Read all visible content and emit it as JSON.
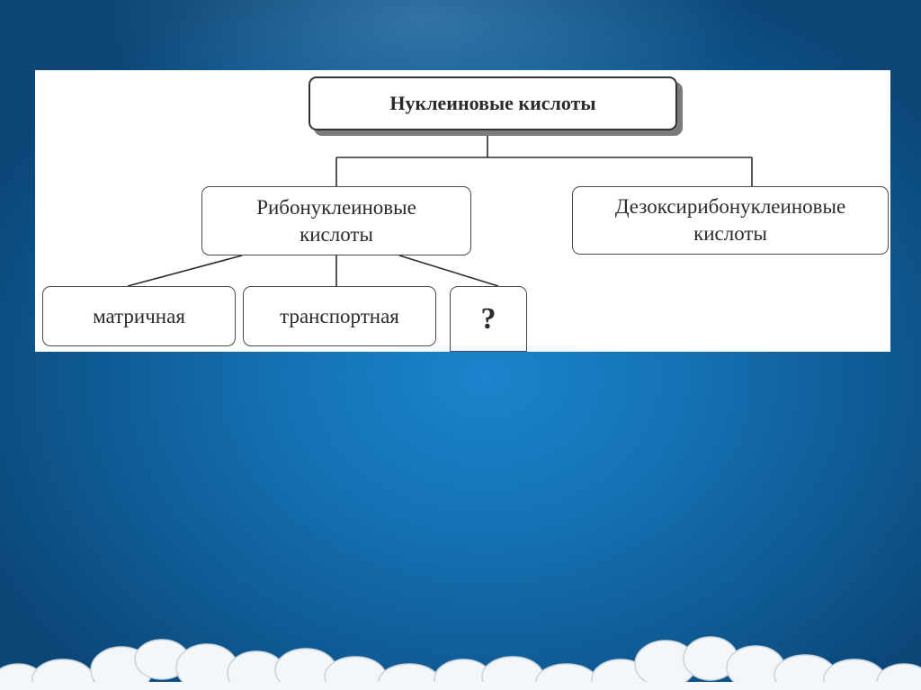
{
  "diagram": {
    "root": {
      "label": "Нуклеиновые кислоты"
    },
    "rna": {
      "label": "Рибонуклеиновые кислоты"
    },
    "dna": {
      "label": "Дезоксирибонуклеиновые кислоты"
    },
    "rna_types": [
      {
        "label": "матричная"
      },
      {
        "label": "транспортная"
      },
      {
        "label": "?"
      }
    ]
  },
  "colors": {
    "background": "#1572b4",
    "panel": "#ffffff",
    "lines": "#2b2b2b",
    "shadow": "#7b7b7b"
  }
}
